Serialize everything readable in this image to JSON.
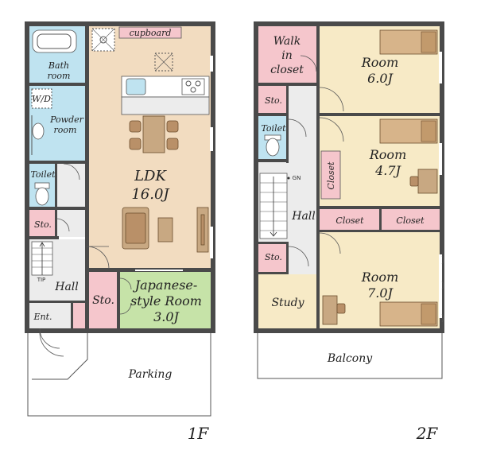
{
  "floor1": {
    "level": "1F",
    "rooms": {
      "bath_line1": "Bath",
      "bath_line2": "room",
      "wd": "W/D",
      "powder_line1": "Powder",
      "powder_line2": "room",
      "toilet": "Toilet",
      "storage_stairs": "Sto.",
      "tip": "TIP",
      "hall": "Hall",
      "entrance": "Ent.",
      "cupboard": "cupboard",
      "ldk_name": "LDK",
      "ldk_size": "16.0J",
      "storage_japanese": "Sto.",
      "japanese_line1": "Japanese-",
      "japanese_line2": "style Room",
      "japanese_size": "3.0J",
      "parking": "Parking"
    }
  },
  "floor2": {
    "level": "2F",
    "rooms": {
      "walkin_line1": "Walk",
      "walkin_line2": "in",
      "walkin_line3": "closet",
      "storage_top": "Sto.",
      "toilet": "Toilet",
      "gn": "GN",
      "hall": "Hall",
      "storage_bottom": "Sto.",
      "study": "Study",
      "room1_name": "Room",
      "room1_size": "6.0J",
      "room2_name": "Room",
      "room2_size": "4.7J",
      "closet_vertical": "Closet",
      "closet_left": "Closet",
      "closet_right": "Closet",
      "room3_name": "Room",
      "room3_size": "7.0J",
      "balcony": "Balcony"
    }
  },
  "colors": {
    "bath": "#bfe3f0",
    "storage": "#f5c6cc",
    "hall": "#ececec",
    "ldk": "#f2dcc0",
    "japanese": "#c6e3a8",
    "room": "#f7eac6",
    "outdoor": "#ffffff",
    "wall": "#4a4a4a"
  }
}
